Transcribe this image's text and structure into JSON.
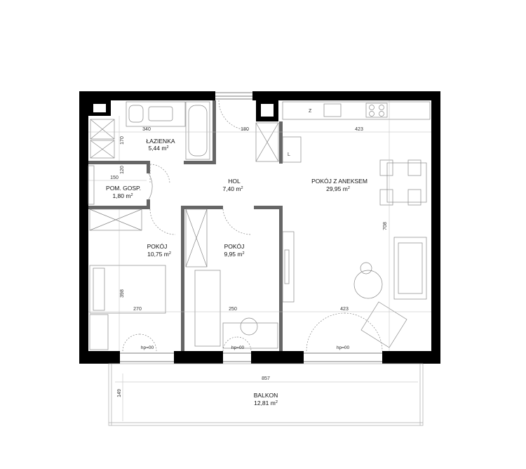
{
  "rooms": {
    "bathroom": {
      "name": "ŁAZIENKA",
      "area": "5,44 m",
      "unit_exp": "2"
    },
    "utility": {
      "name": "POM. GOSP.",
      "area": "1,80 m",
      "unit_exp": "2"
    },
    "hall": {
      "name": "HOL",
      "area": "7,40 m",
      "unit_exp": "2"
    },
    "living": {
      "name": "POKÓJ Z ANEKSEM",
      "area": "29,95 m",
      "unit_exp": "2"
    },
    "bedroom1": {
      "name": "POKÓJ",
      "area": "10,75 m",
      "unit_exp": "2"
    },
    "bedroom2": {
      "name": "POKÓJ",
      "area": "9,95 m",
      "unit_exp": "2"
    },
    "balcony": {
      "name": "BALKON",
      "area": "12,81 m",
      "unit_exp": "2"
    }
  },
  "dimensions": {
    "bath_width": "340",
    "bath_depth": "170",
    "hall_width": "180",
    "kitchen_width": "423",
    "utility_width": "150",
    "utility_depth": "120",
    "living_depth": "708",
    "bedroom1_depth": "398",
    "bedroom1_width": "270",
    "bedroom2_width": "250",
    "living_width": "423",
    "balcony_width": "857",
    "balcony_depth": "149"
  },
  "sills": {
    "bedroom1": "hp=00",
    "bedroom2": "hp=00",
    "living": "hp=00"
  },
  "kitchen_marks": {
    "fridge": "Z",
    "cabinet": "L"
  },
  "colors": {
    "wall": "#000000",
    "line": "#555555",
    "furniture": "#777777"
  }
}
